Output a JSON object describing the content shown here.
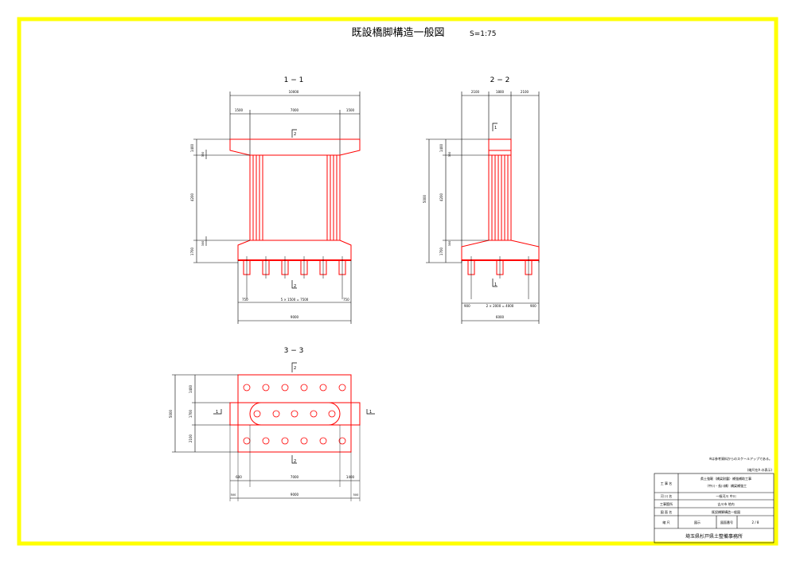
{
  "title": "既設橋脚構造一般図",
  "scale": "S=1:75",
  "colors": {
    "frame": "#ffff00",
    "structure": "#ff0000",
    "dim": "#000000",
    "paper": "#ffffff"
  },
  "section_labels": {
    "s11": "1 − 1",
    "s22": "2 − 2",
    "s33": "3 − 3"
  },
  "cut_marks": {
    "c1": "1",
    "c2": "2"
  },
  "view11": {
    "dims_top": [
      "10000",
      "1500",
      "7000",
      "1500"
    ],
    "dims_left": [
      "1400",
      "4200",
      "1700"
    ],
    "dims_small": [
      "350",
      "300"
    ],
    "dims_bottom": [
      "750",
      "5 × 1500 = 7500",
      "750"
    ],
    "dim_total": "9000"
  },
  "view22": {
    "dims_top": [
      "2100",
      "1800",
      "2100"
    ],
    "dims_left": [
      "5000",
      "1400",
      "4200",
      "1700"
    ],
    "dims_small": [
      "350",
      "300"
    ],
    "dims_bottom": [
      "900",
      "2 × 2000 = 4000",
      "900"
    ],
    "dim_total": "6000"
  },
  "view33": {
    "dims_left": [
      "5000",
      "1400",
      "1700",
      "2100"
    ],
    "dims_bottom": [
      "600",
      "7000",
      "1400"
    ],
    "dims_bottom_small": [
      "500",
      "500"
    ],
    "dim_total": "9000"
  },
  "note": "※は参考資料からのスケールアップである。",
  "title_block": {
    "header": "(縮尺在A   の表示)",
    "rows": [
      {
        "label": "工 事 名",
        "value": "県土強靭（橋梁耐震）補強補助工事",
        "value2": "（中川・長川橋）橋梁補強工"
      },
      {
        "label": "河 川 名",
        "value": "一級河川 中川"
      },
      {
        "label": "工事箇所",
        "value": "吉川市 地内"
      },
      {
        "label": "図 面 名",
        "value": "既設橋脚構造一般図"
      }
    ],
    "bottom": {
      "l1": "縮 尺",
      "v1": "図示",
      "l2": "図面番号",
      "v2": "2 / 8"
    },
    "office": "埼玉県杉戸県土整備事務所"
  }
}
